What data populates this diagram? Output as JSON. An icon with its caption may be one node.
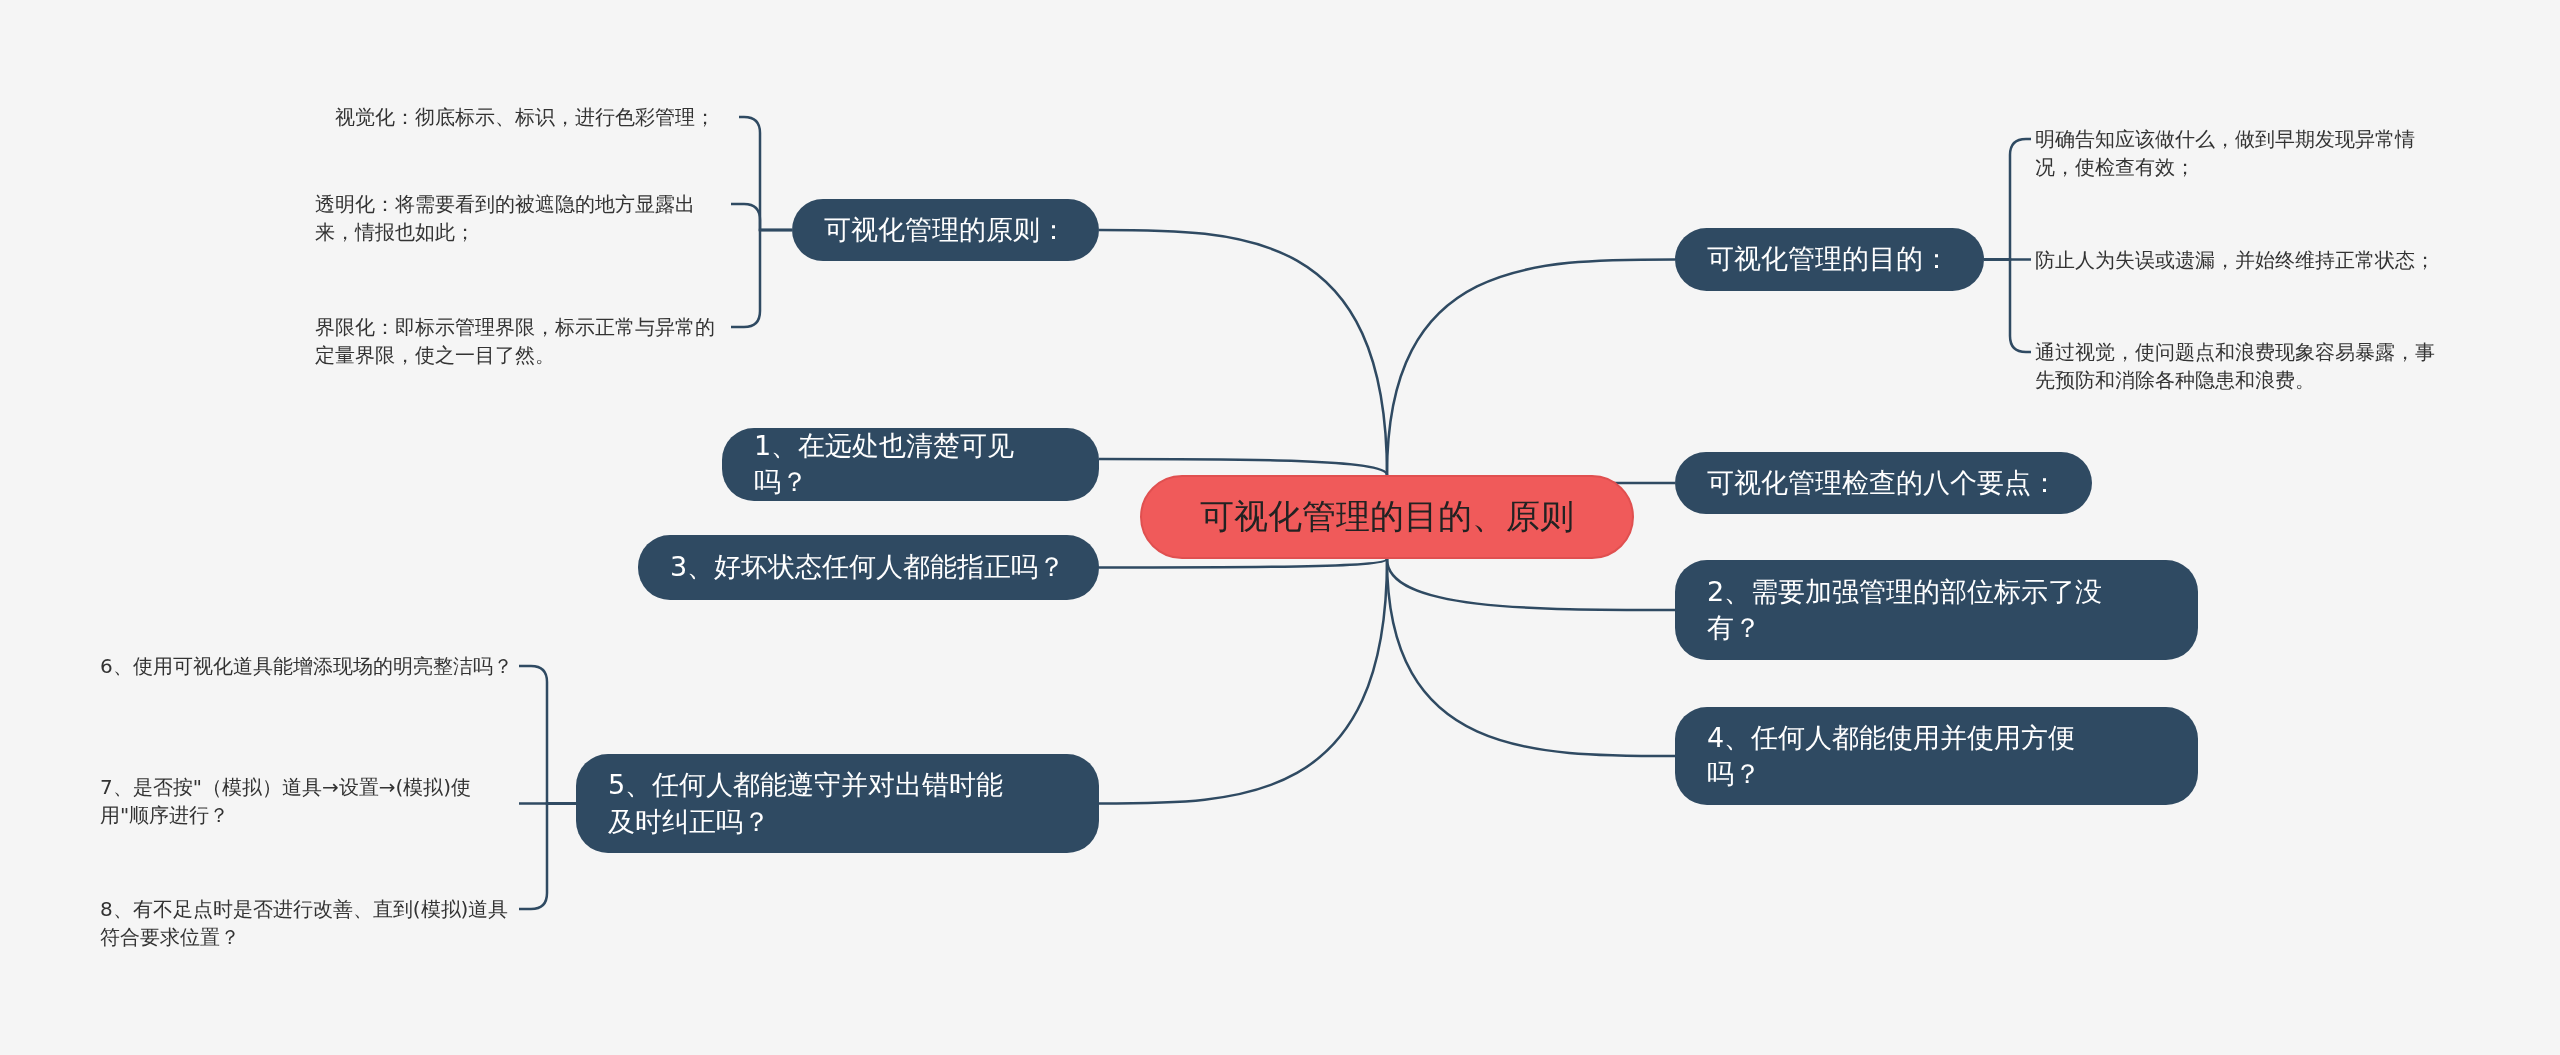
{
  "diagram": {
    "nodes": [
      {
        "text": [
          "可视化管理的目的、原则"
        ]
      },
      {
        "text": [
          "可视化管理的原则："
        ]
      },
      {
        "text": [
          "视觉化：彻底标示、标识，进行色彩管理；"
        ]
      },
      {
        "text": [
          "透明化：将需要看到的被遮隐的地方显露出来，情报也如此；"
        ]
      },
      {
        "text": [
          "界限化：即标示管理界限，标示正常与异常的定量界限，使之一目了然。"
        ]
      },
      {
        "text": [
          "可视化管理的目的："
        ]
      },
      {
        "text": [
          "明确告知应该做什么，做到早期发现异常情况，使检查有效；"
        ]
      },
      {
        "text": [
          "防止人为失误或遗漏，并始终维持正常状态；"
        ]
      },
      {
        "text": [
          "通过视觉，使问题点和浪费现象容易暴露，事先预防和消除各种隐患和浪费。"
        ]
      },
      {
        "text": [
          "1、在远处也清楚可见吗？"
        ]
      },
      {
        "text": [
          "可视化管理检查的八个要点："
        ]
      },
      {
        "text": [
          "3、好坏状态任何人都能指正吗？"
        ]
      },
      {
        "text": [
          "2、需要加强管理的部位标示了没有？"
        ]
      },
      {
        "text": [
          "4、任何人都能使用并使用方便吗？"
        ]
      },
      {
        "text": [
          "5、任何人都能遵守并对出错时能及时纠正吗？"
        ]
      },
      {
        "text": [
          "6、使用可视化道具能增添现场的明亮整洁吗？"
        ]
      },
      {
        "text": [
          "7、是否按\"（模拟）道具→设置→(模拟)使用\"顺序进行？"
        ]
      },
      {
        "text": [
          "8、有不足点时是否进行改善、直到(模拟)道具符合要求位置？"
        ]
      }
    ],
    "edges": [
      {
        "from": 0,
        "to": 1,
        "arrow": "none"
      },
      {
        "from": 1,
        "to": 2,
        "arrow": "none"
      },
      {
        "from": 1,
        "to": 3,
        "arrow": "none"
      },
      {
        "from": 1,
        "to": 4,
        "arrow": "none"
      },
      {
        "from": 0,
        "to": 5,
        "arrow": "none"
      },
      {
        "from": 5,
        "to": 6,
        "arrow": "none"
      },
      {
        "from": 5,
        "to": 7,
        "arrow": "none"
      },
      {
        "from": 5,
        "to": 8,
        "arrow": "none"
      },
      {
        "from": 0,
        "to": 9,
        "arrow": "none"
      },
      {
        "from": 0,
        "to": 10,
        "arrow": "none"
      },
      {
        "from": 0,
        "to": 11,
        "arrow": "none"
      },
      {
        "from": 0,
        "to": 12,
        "arrow": "none"
      },
      {
        "from": 0,
        "to": 13,
        "arrow": "none"
      },
      {
        "from": 0,
        "to": 14,
        "arrow": "none"
      },
      {
        "from": 14,
        "to": 15,
        "arrow": "none"
      },
      {
        "from": 14,
        "to": 16,
        "arrow": "none"
      },
      {
        "from": 14,
        "to": 17,
        "arrow": "none"
      }
    ]
  }
}
